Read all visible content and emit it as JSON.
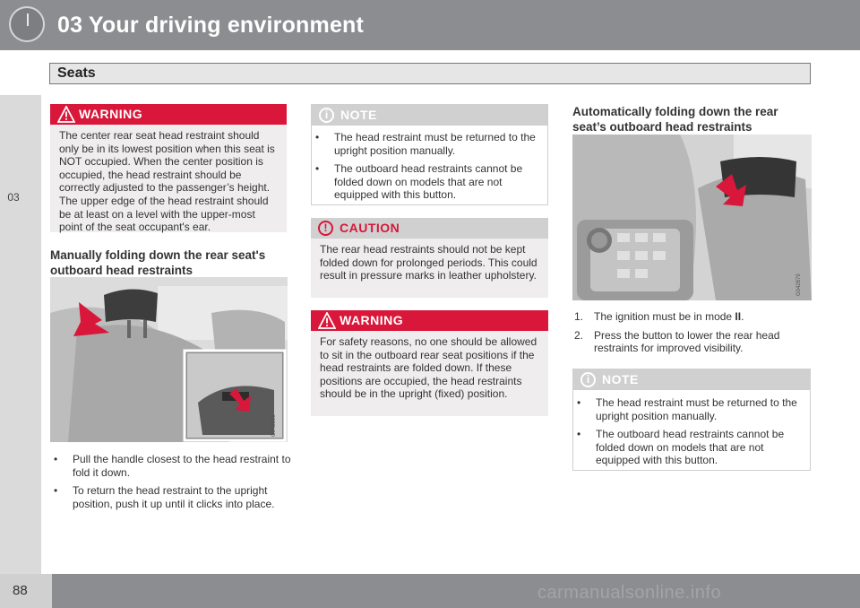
{
  "header": {
    "chapter_title": "03 Your driving environment",
    "gauge_icon": "speedometer-icon"
  },
  "section": {
    "title": "Seats"
  },
  "sidetab": {
    "label": "03"
  },
  "footer": {
    "page_number": "88",
    "watermark": "carmanualsonline.info"
  },
  "colors": {
    "header": "#8c8d90",
    "warning": "#d8173a",
    "box": "#efeded",
    "box_head": "#d0d0d0"
  },
  "col1": {
    "warning": {
      "title": "WARNING",
      "icon": "warning-triangle-icon",
      "text": "The center rear seat head restraint should only be in its lowest position when this seat is NOT occupied. When the center position is occupied, the head restraint should be correctly adjusted to the passenger’s height. The upper edge of the head restraint should be at least on a level with the upper-most point of the seat occupant's ear."
    },
    "heading": "Manually folding down the rear seat's outboard head restraints",
    "image_code": "G042800",
    "bullets": [
      "Pull the handle closest to the head restraint to fold it down.",
      "To return the head restraint to the upright position, push it up until it clicks into place."
    ]
  },
  "col2": {
    "note": {
      "title": "NOTE",
      "icon": "info-icon",
      "bullets": [
        "The head restraint must be returned to the upright position manually.",
        "The outboard head restraints cannot be folded down on models that are not equipped with this button."
      ]
    },
    "caution": {
      "title": "CAUTION",
      "icon": "exclamation-icon",
      "text": "The rear head restraints should not be kept folded down for prolonged periods. This could result in pressure marks in leather upholstery."
    },
    "warning": {
      "title": "WARNING",
      "icon": "warning-triangle-icon",
      "text": "For safety reasons, no one should be allowed to sit in the outboard rear seat positions if the head restraints are folded down. If these positions are occupied, the head restraints should be in the upright (fixed) position."
    }
  },
  "col3": {
    "heading": "Automatically folding down the rear seat’s outboard head restraints",
    "image_code": "G042879",
    "steps": [
      {
        "num": "1.",
        "text": "The ignition must be in mode ",
        "bold": "II",
        "tail": "."
      },
      {
        "num": "2.",
        "text": "Press the button to lower the rear head restraints for improved visibility.",
        "bold": "",
        "tail": ""
      }
    ],
    "note": {
      "title": "NOTE",
      "icon": "info-icon",
      "bullets": [
        "The head restraint must be returned to the upright position manually.",
        "The outboard head restraints cannot be folded down on models that are not equipped with this button."
      ]
    }
  }
}
